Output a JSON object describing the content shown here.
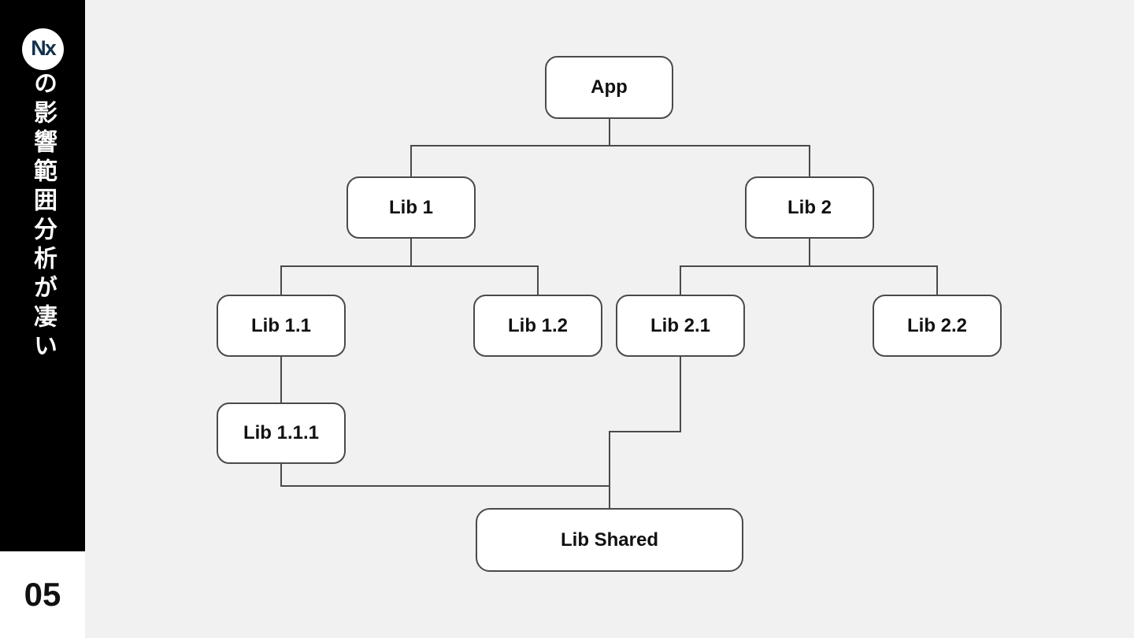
{
  "sidebar": {
    "logo_text": "Nx",
    "vertical_title": "の影響範囲分析が凄い",
    "page_number": "05"
  },
  "colors": {
    "sidebar_bg": "#000000",
    "canvas_bg": "#f1f1f2",
    "node_fill": "#ffffff",
    "node_border": "#4a4a4a",
    "connector_line": "#4a4a4a",
    "logo_navy": "#13304e",
    "title_text": "#ffffff"
  },
  "diagram": {
    "type": "dependency-tree",
    "nodes": [
      {
        "id": "app",
        "label": "App"
      },
      {
        "id": "lib1",
        "label": "Lib 1"
      },
      {
        "id": "lib2",
        "label": "Lib 2"
      },
      {
        "id": "lib11",
        "label": "Lib 1.1"
      },
      {
        "id": "lib12",
        "label": "Lib 1.2"
      },
      {
        "id": "lib21",
        "label": "Lib 2.1"
      },
      {
        "id": "lib22",
        "label": "Lib 2.2"
      },
      {
        "id": "lib111",
        "label": "Lib 1.1.1"
      },
      {
        "id": "libshared",
        "label": "Lib Shared"
      }
    ],
    "edges": [
      {
        "from": "app",
        "to": "lib1"
      },
      {
        "from": "app",
        "to": "lib2"
      },
      {
        "from": "lib1",
        "to": "lib11"
      },
      {
        "from": "lib1",
        "to": "lib12"
      },
      {
        "from": "lib2",
        "to": "lib21"
      },
      {
        "from": "lib2",
        "to": "lib22"
      },
      {
        "from": "lib11",
        "to": "lib111"
      },
      {
        "from": "lib111",
        "to": "libshared"
      },
      {
        "from": "lib21",
        "to": "libshared"
      }
    ]
  }
}
